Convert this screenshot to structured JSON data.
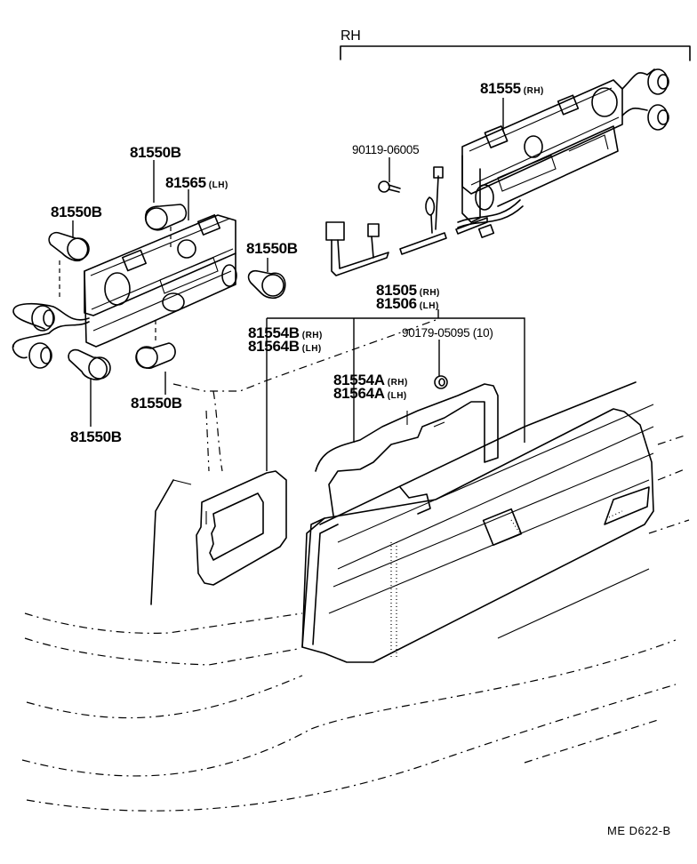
{
  "section_header": "RH",
  "labels": {
    "p81555": {
      "part": "81555",
      "side": "(RH)"
    },
    "p90119": {
      "part": "90119-06005"
    },
    "p81550b_top": {
      "part": "81550B"
    },
    "p81565": {
      "part": "81565",
      "side": "(LH)"
    },
    "p81550b_left": {
      "part": "81550B"
    },
    "p81550b_right": {
      "part": "81550B"
    },
    "p81505": {
      "part": "81505",
      "side": "(RH)"
    },
    "p81506": {
      "part": "81506",
      "side": "(LH)"
    },
    "p81554b": {
      "part": "81554B",
      "side": "(RH)"
    },
    "p81564b": {
      "part": "81564B",
      "side": "(LH)"
    },
    "p90179": {
      "part": "90179-05095 (10)"
    },
    "p81554a": {
      "part": "81554A",
      "side": "(RH)"
    },
    "p81564a": {
      "part": "81564A",
      "side": "(LH)"
    },
    "p81550b_mid": {
      "part": "81550B"
    },
    "p81550b_bottom": {
      "part": "81550B"
    }
  },
  "diagram_code": "ME  D622-B",
  "components": [
    "rh-socket-wire-assembly",
    "screw",
    "wire-harness",
    "lh-socket-wire-assembly",
    "bulbs",
    "outer-gasket",
    "inner-gasket",
    "grommet-nut",
    "rear-combination-lamp-lens",
    "vehicle-body-outline"
  ]
}
